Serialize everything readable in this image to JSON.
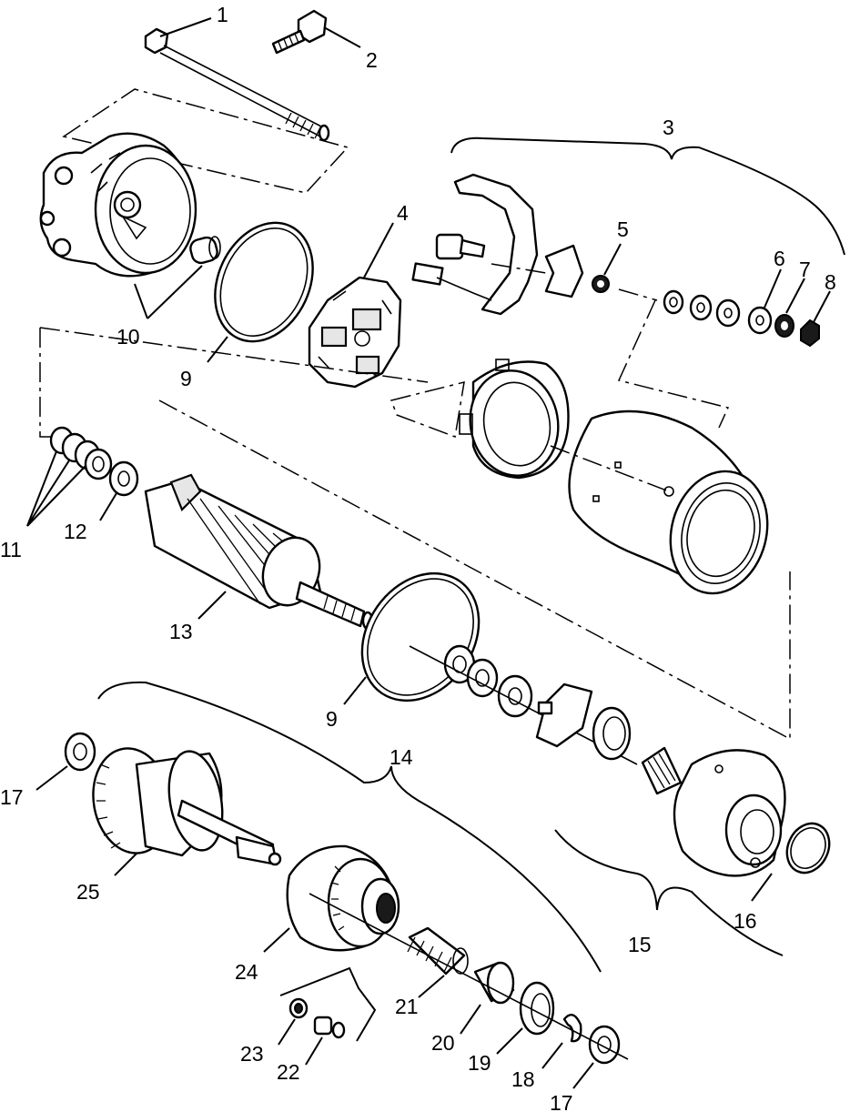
{
  "callouts": [
    {
      "id": "1",
      "text": "1"
    },
    {
      "id": "2",
      "text": "2"
    },
    {
      "id": "3",
      "text": "3"
    },
    {
      "id": "4",
      "text": "4"
    },
    {
      "id": "5",
      "text": "5"
    },
    {
      "id": "6",
      "text": "6"
    },
    {
      "id": "7",
      "text": "7"
    },
    {
      "id": "8",
      "text": "8"
    },
    {
      "id": "9a",
      "text": "9"
    },
    {
      "id": "10",
      "text": "10"
    },
    {
      "id": "11",
      "text": "11"
    },
    {
      "id": "12",
      "text": "12"
    },
    {
      "id": "13",
      "text": "13"
    },
    {
      "id": "9b",
      "text": "9"
    },
    {
      "id": "14",
      "text": "14"
    },
    {
      "id": "15",
      "text": "15"
    },
    {
      "id": "16",
      "text": "16"
    },
    {
      "id": "17a",
      "text": "17"
    },
    {
      "id": "17b",
      "text": "17"
    },
    {
      "id": "18",
      "text": "18"
    },
    {
      "id": "19",
      "text": "19"
    },
    {
      "id": "20",
      "text": "20"
    },
    {
      "id": "21",
      "text": "21"
    },
    {
      "id": "22",
      "text": "22"
    },
    {
      "id": "23",
      "text": "23"
    },
    {
      "id": "24",
      "text": "24"
    },
    {
      "id": "25",
      "text": "25"
    }
  ]
}
